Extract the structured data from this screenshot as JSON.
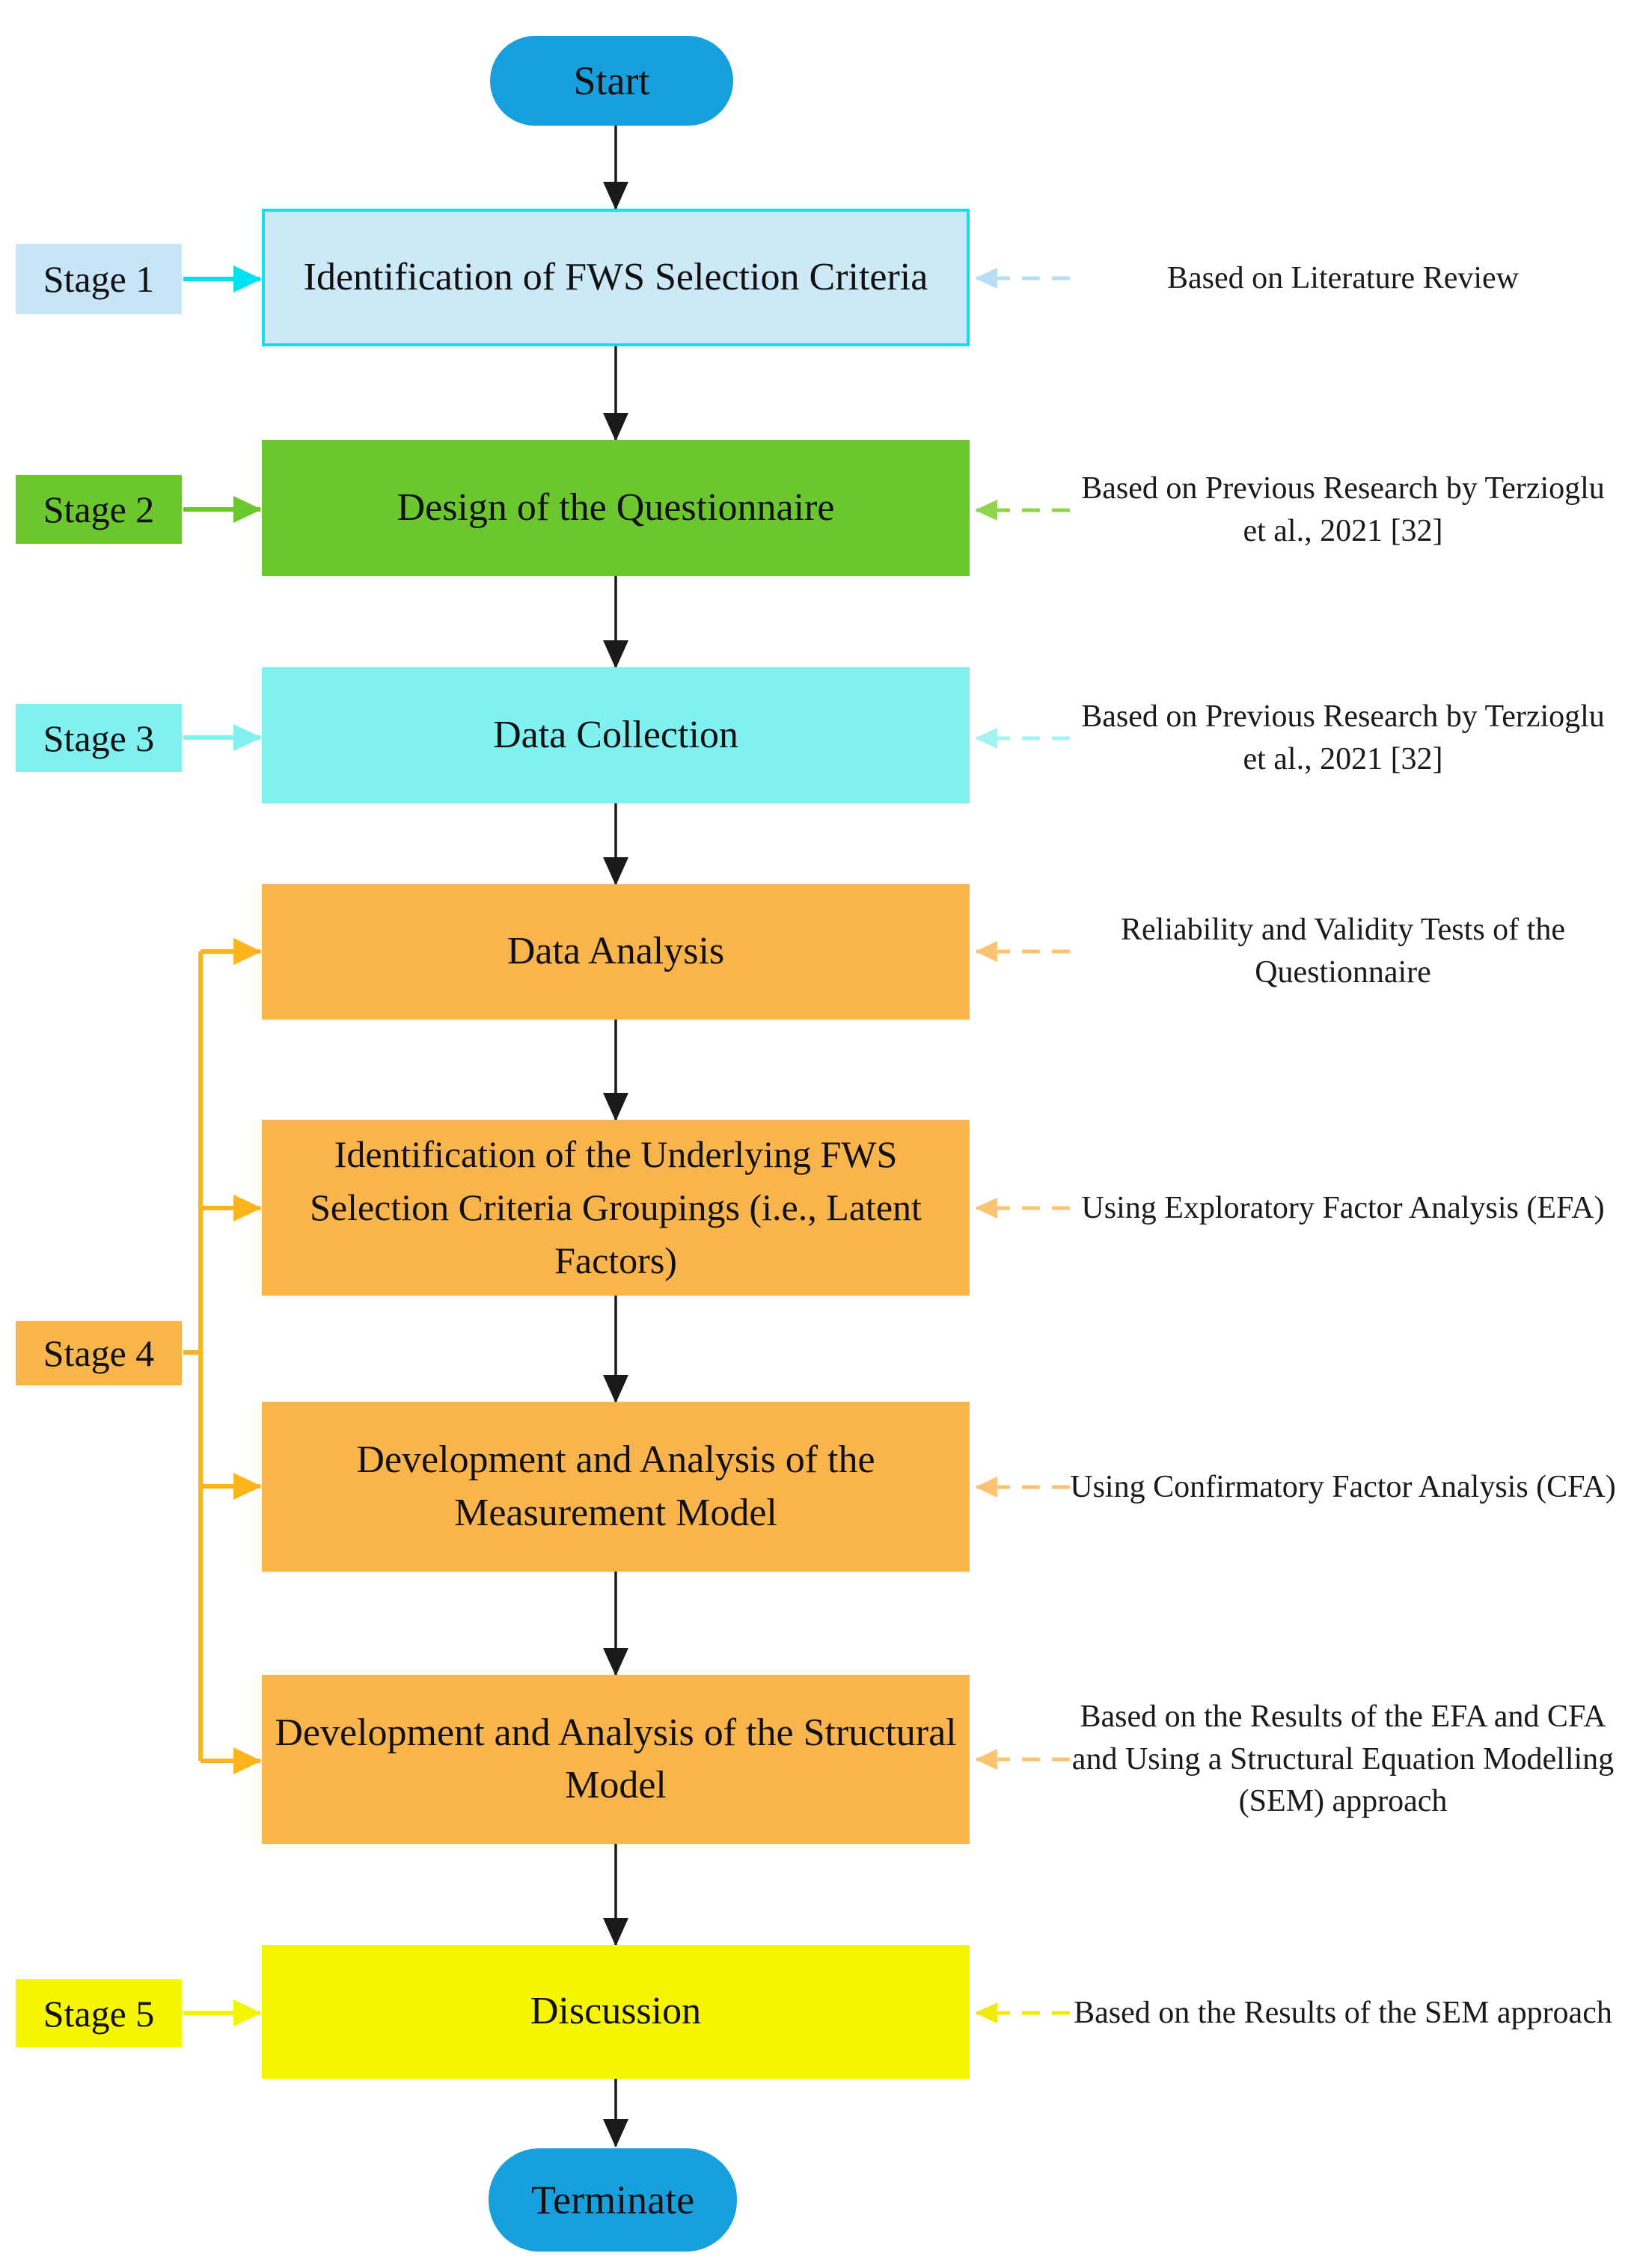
{
  "figure": {
    "type": "flowchart",
    "title_semantic": "Research methodology flow diagram with five stages"
  },
  "terminators": {
    "start": "Start",
    "end": "Terminate"
  },
  "stage4_label": "Stage 4",
  "rows": [
    {
      "id": "stage1",
      "stage_label": "Stage 1",
      "box": "Identification of FWS Selection Criteria",
      "annotation": "Based on Literature Review"
    },
    {
      "id": "stage2",
      "stage_label": "Stage 2",
      "box": "Design of the Questionnaire",
      "annotation": "Based on Previous Research by Terzioglu et al., 2021 [32]"
    },
    {
      "id": "stage3",
      "stage_label": "Stage 3",
      "box": "Data Collection",
      "annotation": "Based on Previous Research by Terzioglu et al., 2021 [32]"
    },
    {
      "id": "stage4-data-analysis",
      "box": "Data Analysis",
      "annotation": "Reliability and Validity Tests of the Questionnaire"
    },
    {
      "id": "stage4-efa",
      "box": "Identification of the Underlying FWS Selection Criteria Groupings (i.e., Latent Factors)",
      "annotation": "Using Exploratory Factor Analysis (EFA)"
    },
    {
      "id": "stage4-cfa",
      "box": "Development and Analysis of the Measurement Model",
      "annotation": "Using Confirmatory Factor Analysis (CFA)"
    },
    {
      "id": "stage4-sem",
      "box": "Development and Analysis of the Structural Model",
      "annotation": "Based on the Results of the EFA and CFA and Using a Structural Equation Modelling (SEM) approach"
    },
    {
      "id": "stage5",
      "stage_label": "Stage 5",
      "box": "Discussion",
      "annotation": "Based on the Results of the SEM approach"
    }
  ],
  "colors": {
    "terminator_blue": "#189FDD",
    "stage1_fill": "#CDE9F7",
    "stage1_border": "#19DBEF",
    "stage1_arrow": "#00E0F0",
    "stage1_dash": "#B9DDF2",
    "stage2_fill": "#6CC62E",
    "stage2_dash": "#8ED44D",
    "stage3_fill": "#80F0F0",
    "stage3_dash": "#A5F2F2",
    "stage4_fill": "#F9B44C",
    "stage4_bracket": "#FFB41E",
    "stage4_dash": "#FBC473",
    "stage5_fill": "#F6F600",
    "stage5_dash": "#F0E90B",
    "flow_arrow": "#1a1a1a"
  }
}
